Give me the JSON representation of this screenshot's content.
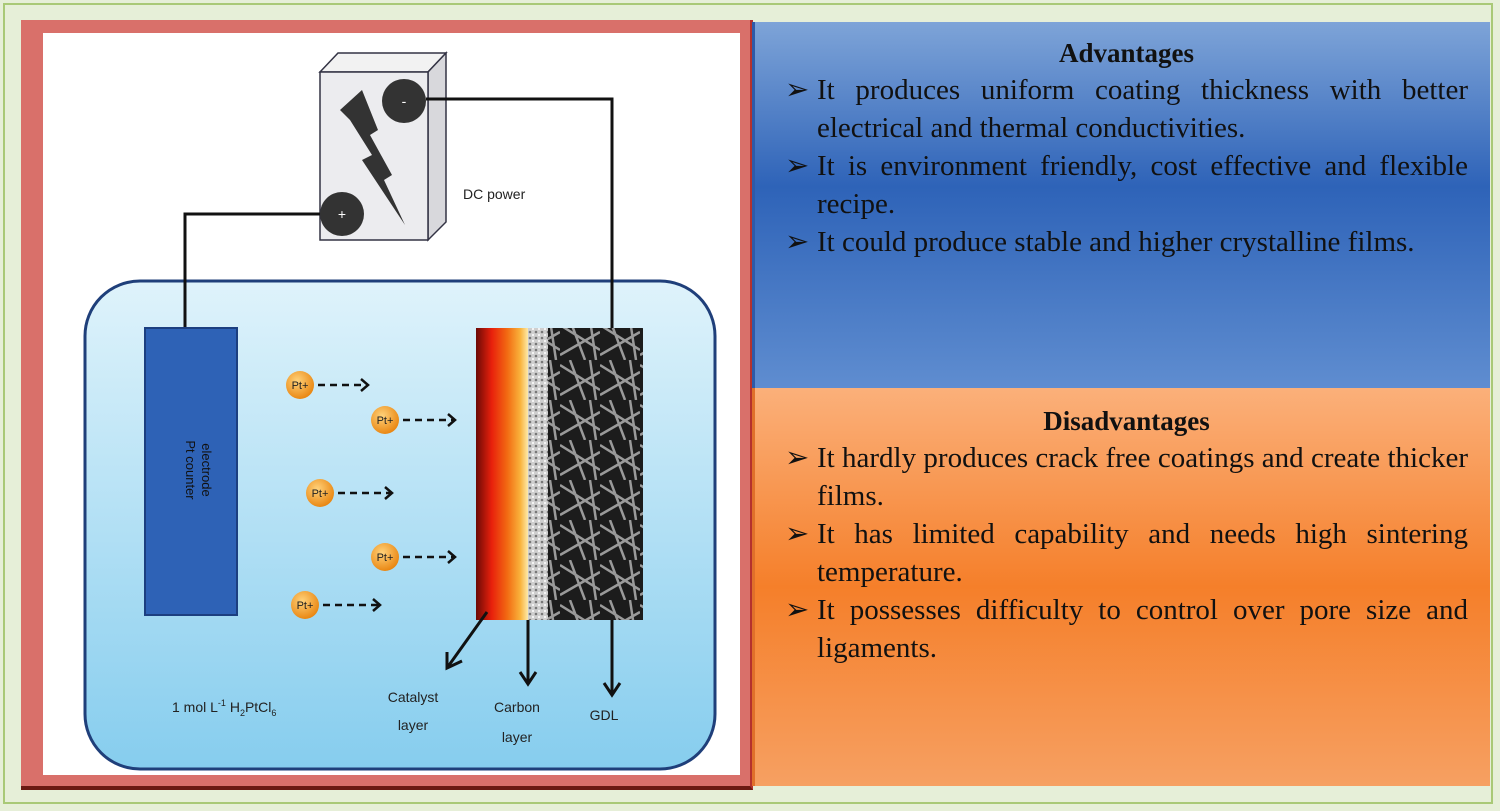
{
  "diagram": {
    "power_label": "DC power",
    "minus": "-",
    "plus": "+",
    "electrode_label_1": "Pt counter",
    "electrode_label_2": "electrode",
    "ion_label": "Pt+",
    "electrolyte": "1 mol L",
    "electrolyte_exp": "-1",
    "electrolyte_formula_a": " H",
    "electrolyte_sub1": "2",
    "electrolyte_formula_b": "PtCl",
    "electrolyte_sub2": "6",
    "catalyst_1": "Catalyst",
    "catalyst_2": "layer",
    "carbon_1": "Carbon",
    "carbon_2": "layer",
    "gdl": "GDL"
  },
  "advantages": {
    "title": "Advantages",
    "bullet": "➢",
    "items": [
      "It produces uniform coating thickness with better electrical and thermal conductivities.",
      "It is environment friendly, cost effective and flexible recipe.",
      "It could produce stable and higher crystalline films."
    ]
  },
  "disadvantages": {
    "title": "Disadvantages",
    "bullet": "➢",
    "items": [
      "It hardly produces crack free coatings and create thicker films.",
      "It has limited capability and needs high sintering temperature.",
      "It possesses difficulty to control over pore size and ligaments."
    ]
  },
  "colors": {
    "advantages_bg": "#2e63b8",
    "disadvantages_bg": "#f57f2a",
    "frame": "#d9706a",
    "electrolyte": "#8fd3f0"
  }
}
